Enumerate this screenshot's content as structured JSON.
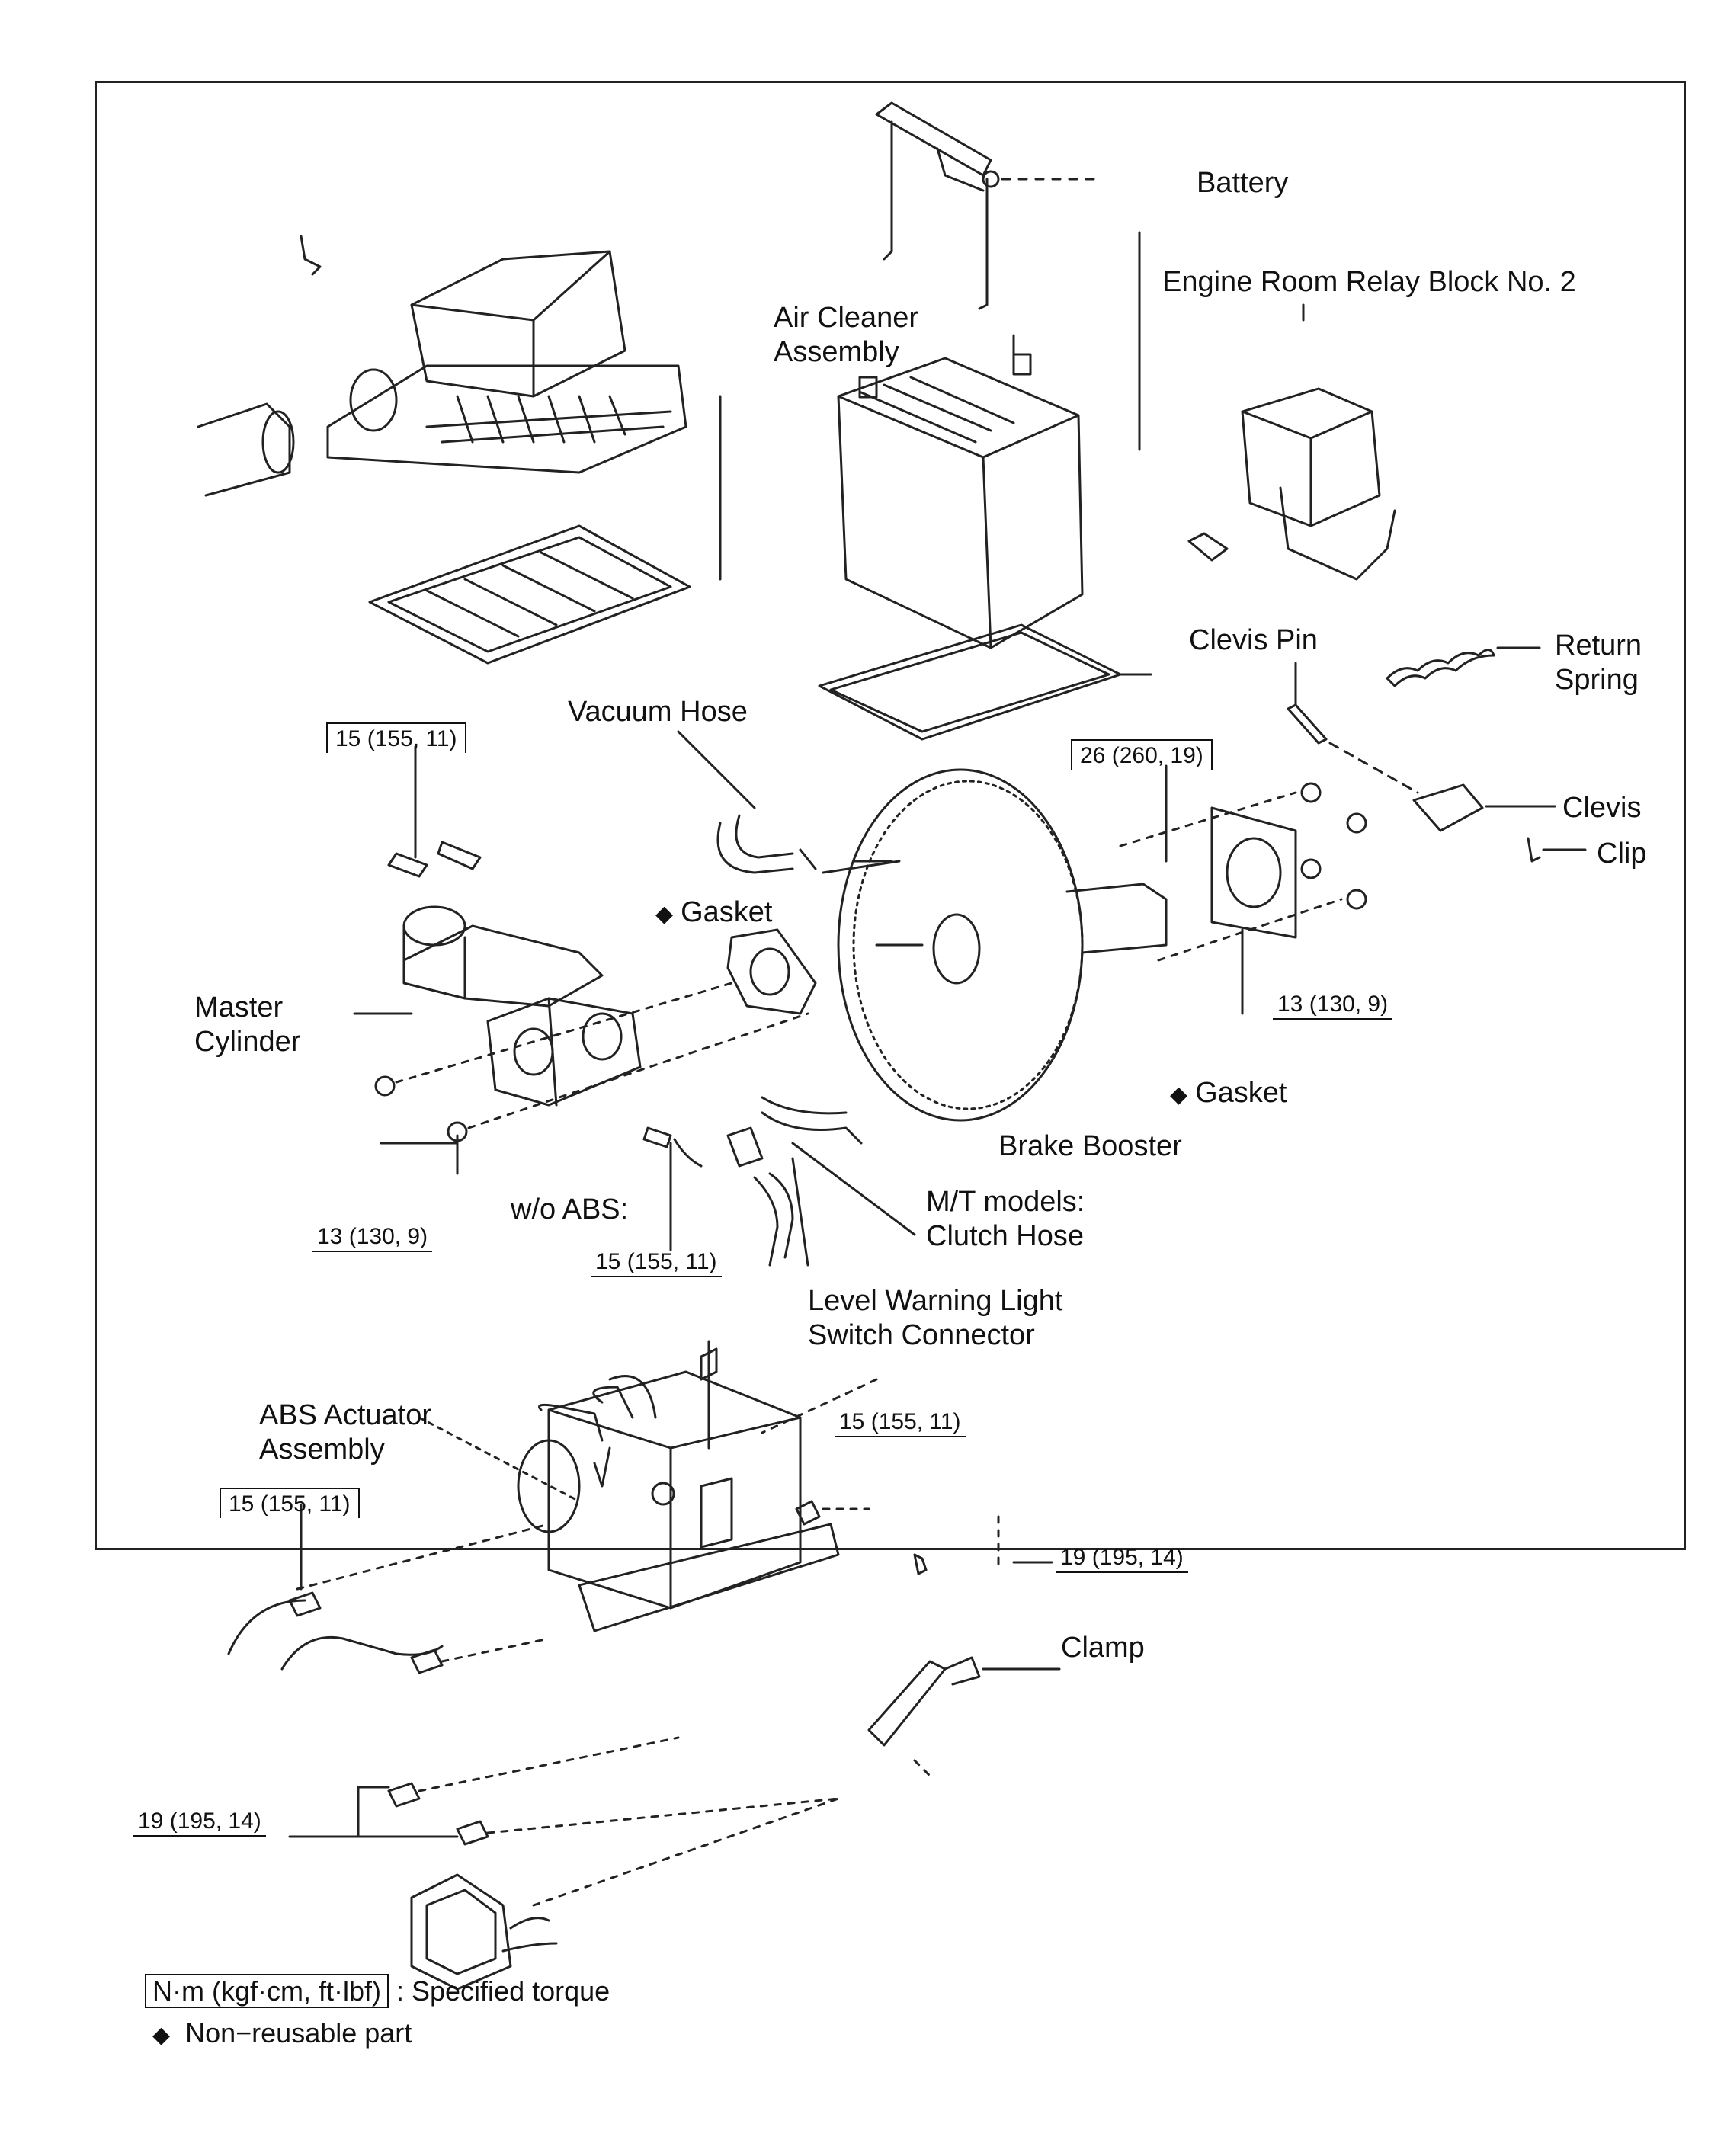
{
  "labels": {
    "battery": "Battery",
    "relay_block": "Engine Room Relay Block No. 2",
    "air_cleaner_1": "Air Cleaner",
    "air_cleaner_2": "Assembly",
    "clevis_pin": "Clevis Pin",
    "return_spring_1": "Return",
    "return_spring_2": "Spring",
    "vacuum_hose": "Vacuum Hose",
    "clevis": "Clevis",
    "clip": "Clip",
    "gasket_upper": "Gasket",
    "gasket_lower": "Gasket",
    "master_cyl_1": "Master",
    "master_cyl_2": "Cylinder",
    "brake_booster": "Brake Booster",
    "wo_abs": "w/o ABS:",
    "mt_models_1": "M/T models:",
    "mt_models_2": "Clutch Hose",
    "level_warning_1": "Level Warning Light",
    "level_warning_2": "Switch Connector",
    "abs_actuator_1": "ABS  Actuator",
    "abs_actuator_2": "Assembly",
    "clamp": "Clamp"
  },
  "torques": {
    "t_mc_top": "15 (155, 11)",
    "t_booster_top": "26 (260, 19)",
    "t_booster_nut": "13 (130, 9)",
    "t_mc_nut": "13 (130, 9)",
    "t_line_wo_abs": "15 (155, 11)",
    "t_abs_lines": "15 (155, 11)",
    "t_abs_left": "15 (155, 11)",
    "t_abs_bracket": "19 (195, 14)",
    "t_abs_bottom": "19 (195, 14)"
  },
  "legend": {
    "torque_unit": "N·m (kgf·cm, ft·lbf)",
    "torque_desc": ": Specified torque",
    "nonreusable_symbol": "◆",
    "nonreusable_desc": "Non−reusable part"
  },
  "gasket_symbol": "◆"
}
